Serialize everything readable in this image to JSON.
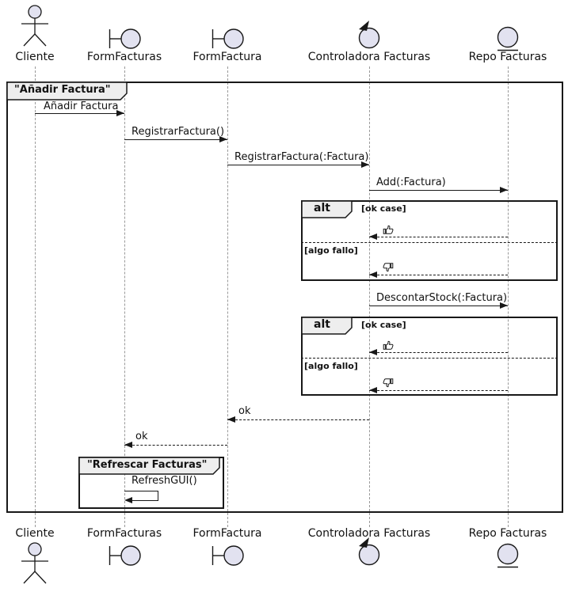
{
  "diagram_type": "uml-sequence-diagram",
  "participants": [
    {
      "name": "Cliente",
      "type": "actor"
    },
    {
      "name": "FormFacturas",
      "type": "boundary"
    },
    {
      "name": "FormFactura",
      "type": "boundary"
    },
    {
      "name": "Controladora Facturas",
      "type": "control"
    },
    {
      "name": "Repo Facturas",
      "type": "entity"
    }
  ],
  "frames": {
    "main": {
      "title": "\"Añadir Factura\""
    },
    "refresh": {
      "title": "\"Refrescar Facturas\""
    }
  },
  "messages": {
    "anadir_factura": "Añadir Factura",
    "registrar_factura": "RegistrarFactura()",
    "registrar_factura_arg": "RegistrarFactura(:Factura)",
    "add_factura": "Add(:Factura)",
    "descontar_stock": "DescontarStock(:Factura)",
    "ok_controller_to_formfactura": "ok",
    "ok_formfactura_to_formfacturas": "ok",
    "refresh_gui": "RefreshGUI()",
    "thumbs_up": "👍",
    "thumbs_down": "👎"
  },
  "alt_blocks": [
    {
      "operator": "alt",
      "guard_ok": "[ok case]",
      "guard_fail": "[algo fallo]",
      "return_ok": "👍",
      "return_fail": "👎"
    },
    {
      "operator": "alt",
      "guard_ok": "[ok case]",
      "guard_fail": "[algo fallo]",
      "return_ok": "👍",
      "return_fail": "👎"
    }
  ],
  "colors": {
    "participant_fill": "#E2E2F0",
    "border": "#181818",
    "frame_header_fill": "#EEEEEE",
    "lifeline": "#999999"
  }
}
